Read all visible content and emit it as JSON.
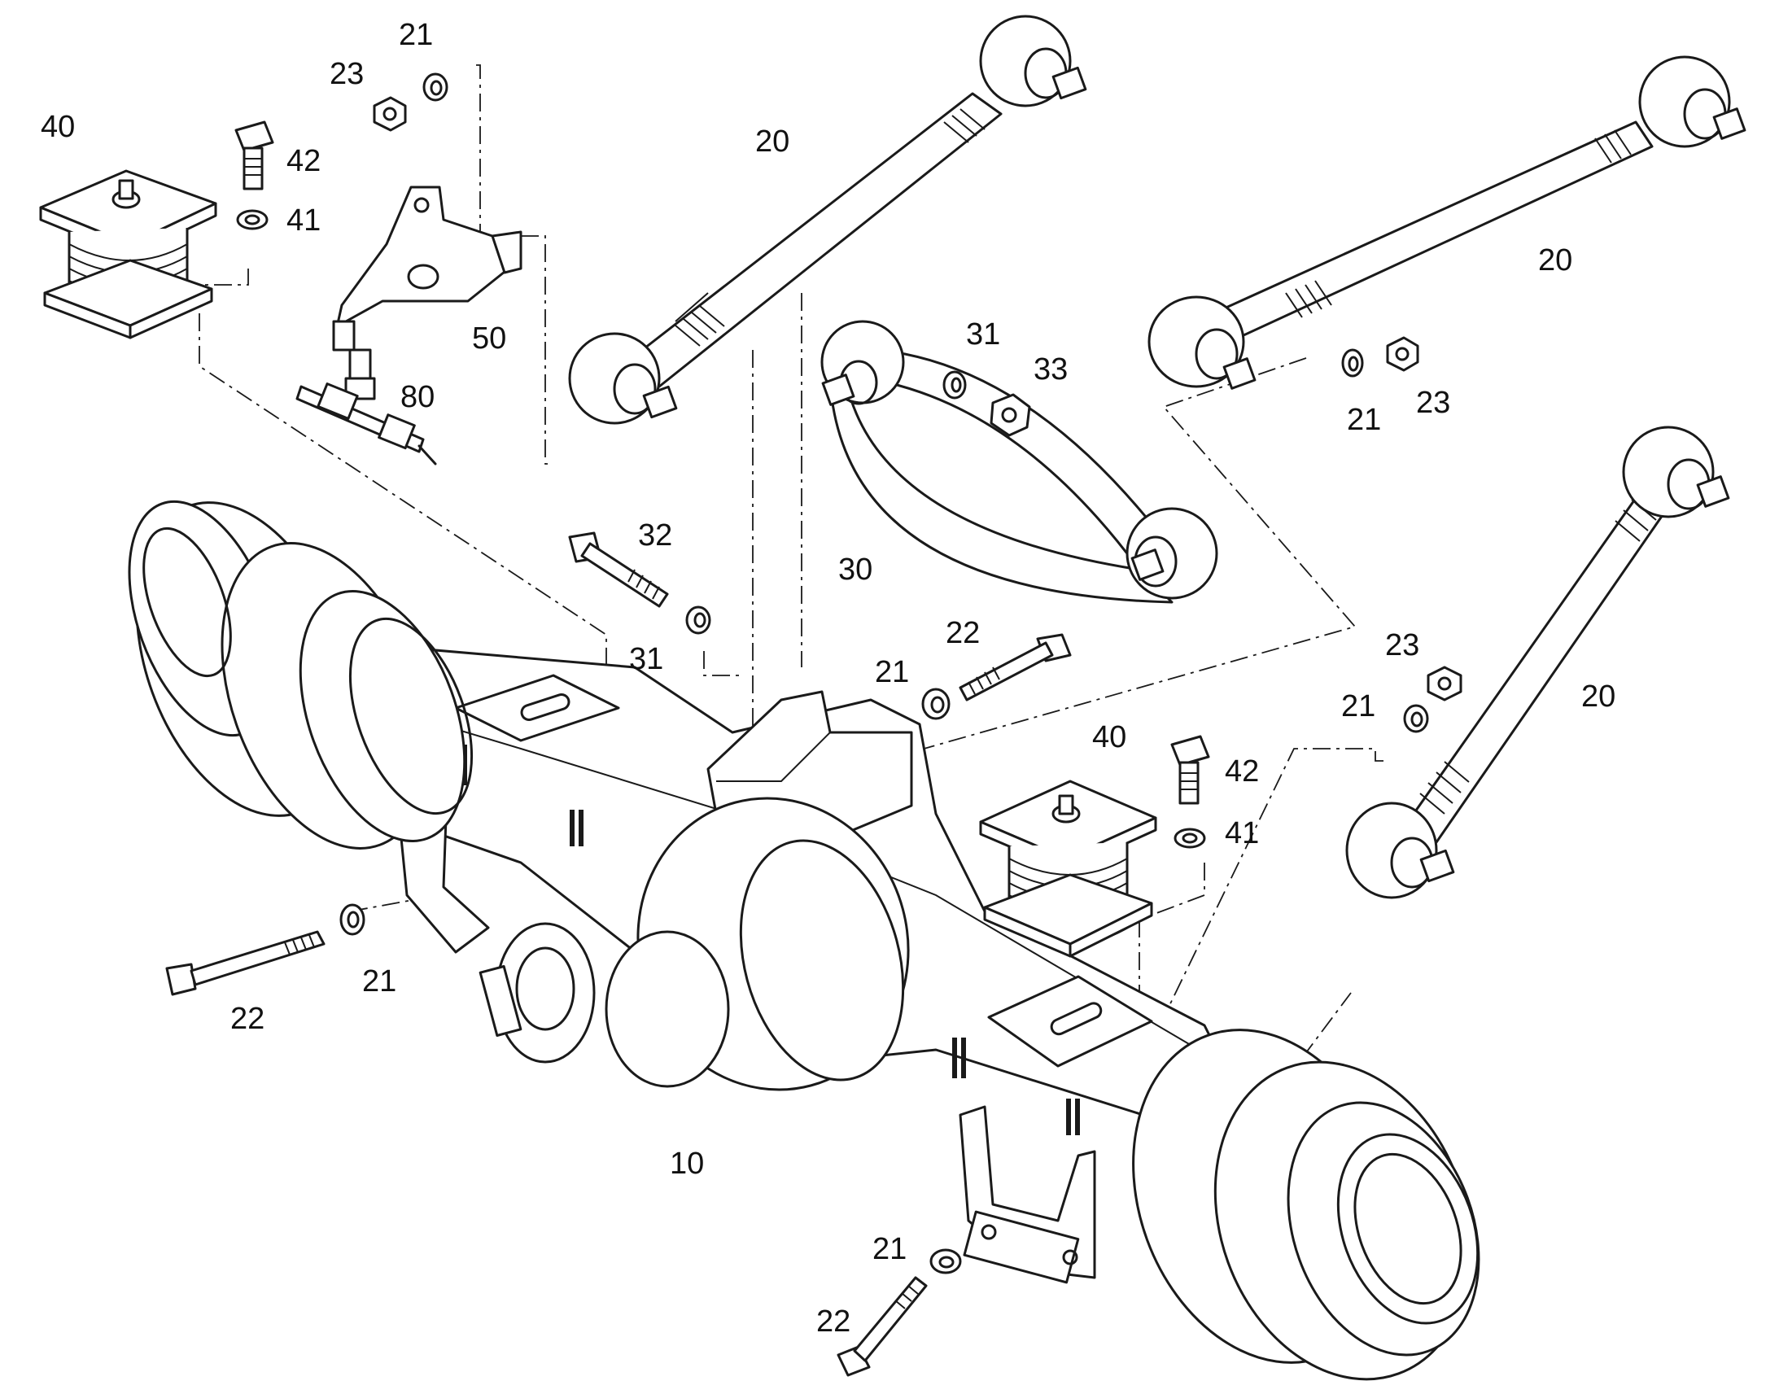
{
  "diagram": {
    "colors": {
      "ink": "#1a1a1a",
      "background": "#ffffff"
    },
    "callouts": [
      {
        "id": "c-21-top",
        "text": "21"
      },
      {
        "id": "c-23-top",
        "text": "23"
      },
      {
        "id": "c-40-left",
        "text": "40"
      },
      {
        "id": "c-42-left",
        "text": "42"
      },
      {
        "id": "c-41-left",
        "text": "41"
      },
      {
        "id": "c-20-top",
        "text": "20"
      },
      {
        "id": "c-50",
        "text": "50"
      },
      {
        "id": "c-80",
        "text": "80"
      },
      {
        "id": "c-31-top",
        "text": "31"
      },
      {
        "id": "c-33",
        "text": "33"
      },
      {
        "id": "c-20-right",
        "text": "20"
      },
      {
        "id": "c-21-right",
        "text": "21"
      },
      {
        "id": "c-23-right",
        "text": "23"
      },
      {
        "id": "c-32",
        "text": "32"
      },
      {
        "id": "c-30",
        "text": "30"
      },
      {
        "id": "c-31-mid",
        "text": "31"
      },
      {
        "id": "c-22-mid",
        "text": "22"
      },
      {
        "id": "c-21-mid",
        "text": "21"
      },
      {
        "id": "c-40-right",
        "text": "40"
      },
      {
        "id": "c-42-right",
        "text": "42"
      },
      {
        "id": "c-41-right",
        "text": "41"
      },
      {
        "id": "c-23-lower",
        "text": "23"
      },
      {
        "id": "c-21-lower",
        "text": "21"
      },
      {
        "id": "c-20-lower",
        "text": "20"
      },
      {
        "id": "c-21-left",
        "text": "21"
      },
      {
        "id": "c-22-left",
        "text": "22"
      },
      {
        "id": "c-10",
        "text": "10"
      },
      {
        "id": "c-21-bottom",
        "text": "21"
      },
      {
        "id": "c-22-bottom",
        "text": "22"
      }
    ]
  }
}
